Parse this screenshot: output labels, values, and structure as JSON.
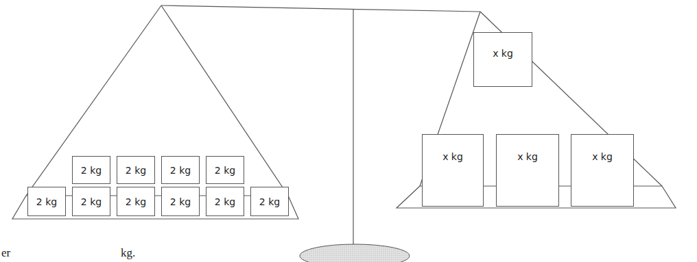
{
  "diagram": {
    "nodes": [
      {
        "text": [
          "2 kg"
        ]
      },
      {
        "text": [
          "2 kg"
        ]
      },
      {
        "text": [
          "2 kg"
        ]
      },
      {
        "text": [
          "2 kg"
        ]
      },
      {
        "text": [
          "2 kg"
        ]
      },
      {
        "text": [
          "2 kg"
        ]
      },
      {
        "text": [
          "2 kg"
        ]
      },
      {
        "text": [
          "2 kg"
        ]
      },
      {
        "text": [
          "2 kg"
        ]
      },
      {
        "text": [
          "2 kg"
        ]
      },
      {
        "text": [
          "x kg"
        ]
      },
      {
        "text": [
          "x kg"
        ]
      },
      {
        "text": [
          "x kg"
        ]
      },
      {
        "text": [
          "x kg"
        ]
      }
    ],
    "labels": [
      "er",
      "kg."
    ]
  }
}
